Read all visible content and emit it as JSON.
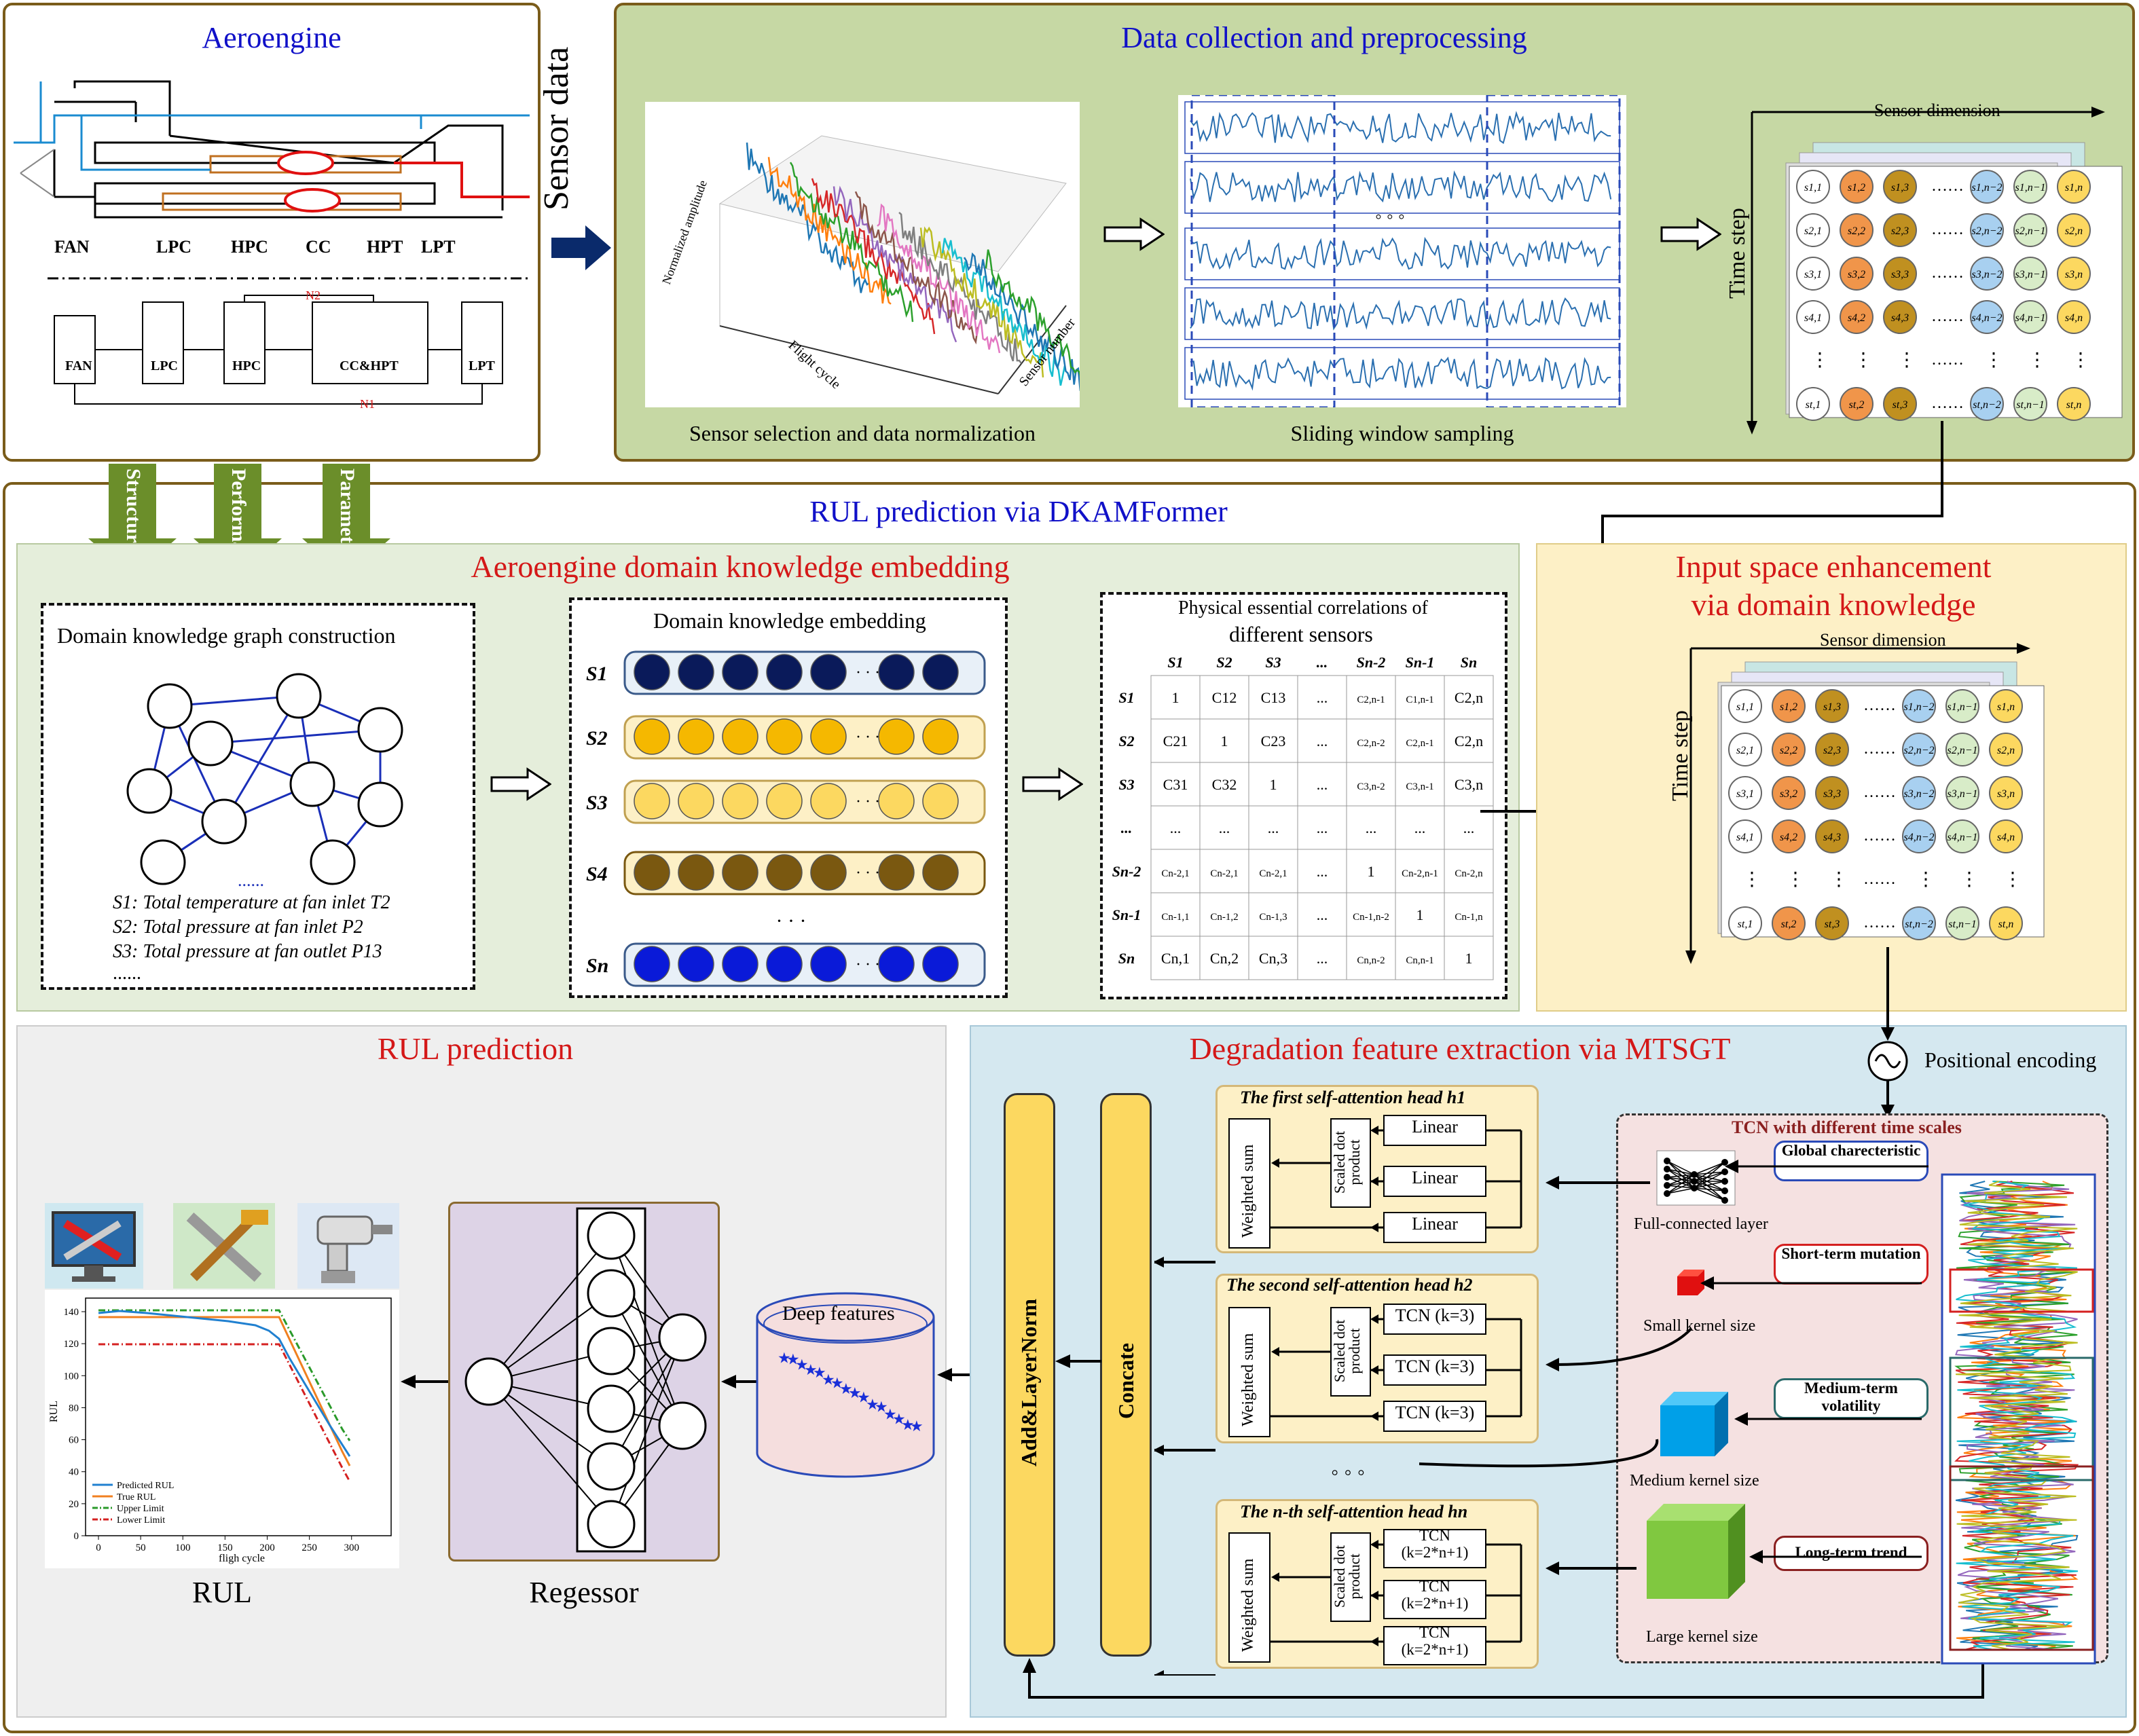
{
  "top_left": {
    "title": "Aeroengine",
    "sensor_label": "Sensor data"
  },
  "engine_top": {
    "fan": "FAN",
    "lpc": "LPC",
    "hpc": "HPC",
    "cc": "CC",
    "hpt": "HPT",
    "lpt": "LPT"
  },
  "engine_bottom": {
    "fan": "FAN",
    "lpc": "LPC",
    "hpc": "HPC",
    "cchpt": "CC&HPT",
    "lpt": "LPT",
    "n2": "N2",
    "n1": "N1"
  },
  "data_collection": {
    "title": "Data collection and preprocessing",
    "caption_left": "Sensor selection and data normalization",
    "caption_mid": "Sliding window sampling",
    "axis_flight": "Flight cycle",
    "axis_sensor": "Sensor number",
    "axis_norm": "Normalized amplitude",
    "sensor_dimension": "Sensor dimension",
    "time_step": "Time step",
    "dots": "◦ ◦ ◦"
  },
  "arrows_down": [
    "Structure",
    "Performance",
    "Parameter"
  ],
  "rul_dkam": {
    "title": "RUL prediction via DKAMFormer"
  },
  "domain_embed": {
    "title": "Aeroengine domain knowledge embedding",
    "graph_title": "Domain knowledge graph construction",
    "graph_dots": "......",
    "s1": "S1: Total temperature at fan inlet T2",
    "s2": "S2: Total pressure at fan inlet P2",
    "s3": "S3: Total pressure at fan outlet P13",
    "sdots": "......",
    "embed_title": "Domain knowledge embedding",
    "embed_dots": "· · ·",
    "corr_title_1": "Physical essential correlations of",
    "corr_title_2": "different sensors"
  },
  "input_space": {
    "title_1": "Input space enhancement",
    "title_2": "via domain knowledge",
    "sensor_dimension": "Sensor dimension",
    "time_step": "Time step"
  },
  "rul_prediction": {
    "title": "RUL prediction",
    "rul_caption": "RUL",
    "regressor": "Regessor",
    "deep_features": "Deep features"
  },
  "mtsgt": {
    "title": "Degradation feature extraction via MTSGT",
    "positional": "Positional encoding",
    "add_norm": "Add&LayerNorm",
    "concate": "Concate",
    "head1": "The first self-attention head h1",
    "head2": "The second self-attention head h2",
    "headn": "The n-th self-attention head hn",
    "weighted_sum": "Weighted sum",
    "scaled_dot": "Scaled dot product",
    "linear": "Linear",
    "tcn3": "TCN (k=3)",
    "tcnn_1": "TCN",
    "tcnn_2": "(k=2*n+1)",
    "heads_dots": "◦ ◦ ◦",
    "tcn_title": "TCN with different time scales",
    "global": "Global charecteristic",
    "short": "Short-term mutation",
    "medium": "Medium-term volatility",
    "long": "Long-term trend",
    "fc_layer": "Full-connected layer",
    "small_kernel": "Small kernel size",
    "medium_kernel": "Medium kernel size",
    "large_kernel": "Large kernel size"
  },
  "rul_chart": {
    "xlabel": "fligh cycle",
    "ylabel": "RUL",
    "xticks": [
      "0",
      "50",
      "100",
      "150",
      "200",
      "250",
      "300"
    ],
    "yticks": [
      "0",
      "20",
      "40",
      "60",
      "80",
      "100",
      "120",
      "140"
    ],
    "legend": [
      "Predicted RUL",
      "True RUL",
      "Upper Limit",
      "Lower Limit"
    ]
  },
  "colors": {
    "green_panel": "#c6d8a4",
    "green_light": "#e5eedb",
    "yellow_panel": "#fdf0c6",
    "grey_panel": "#efefef",
    "blue_panel": "#d5e8f0",
    "purple": "#ddd3e6",
    "pink": "#f5e1e1",
    "navy": "#0a2a6b"
  }
}
